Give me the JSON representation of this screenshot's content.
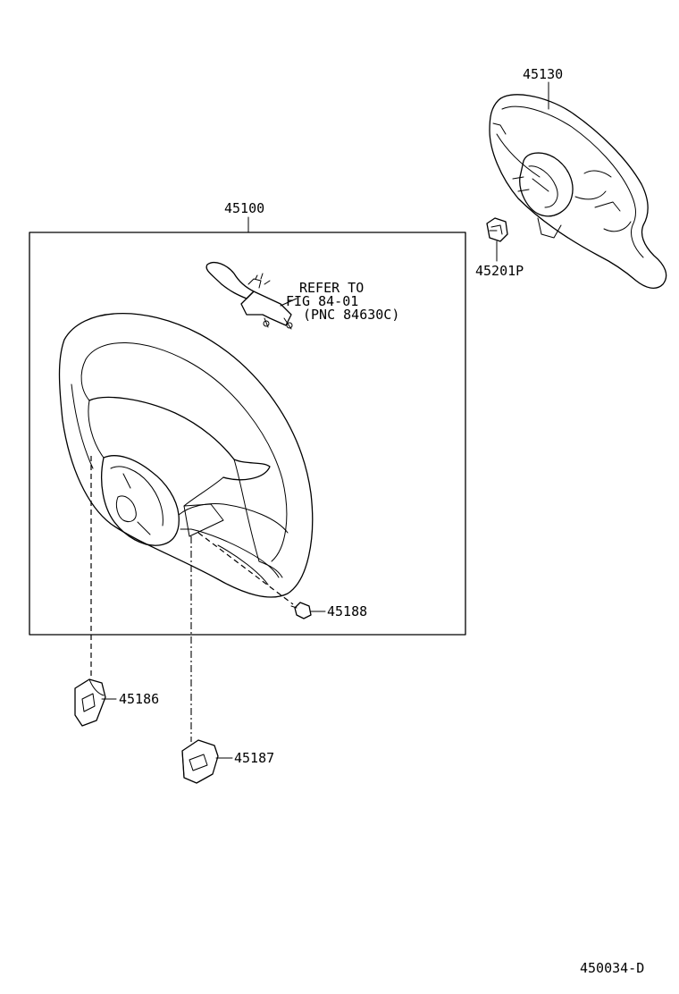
{
  "parts": {
    "pad_assembly": "45130",
    "nut": "45201P",
    "wheel_assembly": "45100",
    "screw": "45188",
    "cover_left": "45186",
    "cover_lower": "45187"
  },
  "reference_note": {
    "line1": "REFER TO",
    "line2": "FIG 84-01",
    "line3": "(PNC 84630C)"
  },
  "diagram_id": "450034-D"
}
